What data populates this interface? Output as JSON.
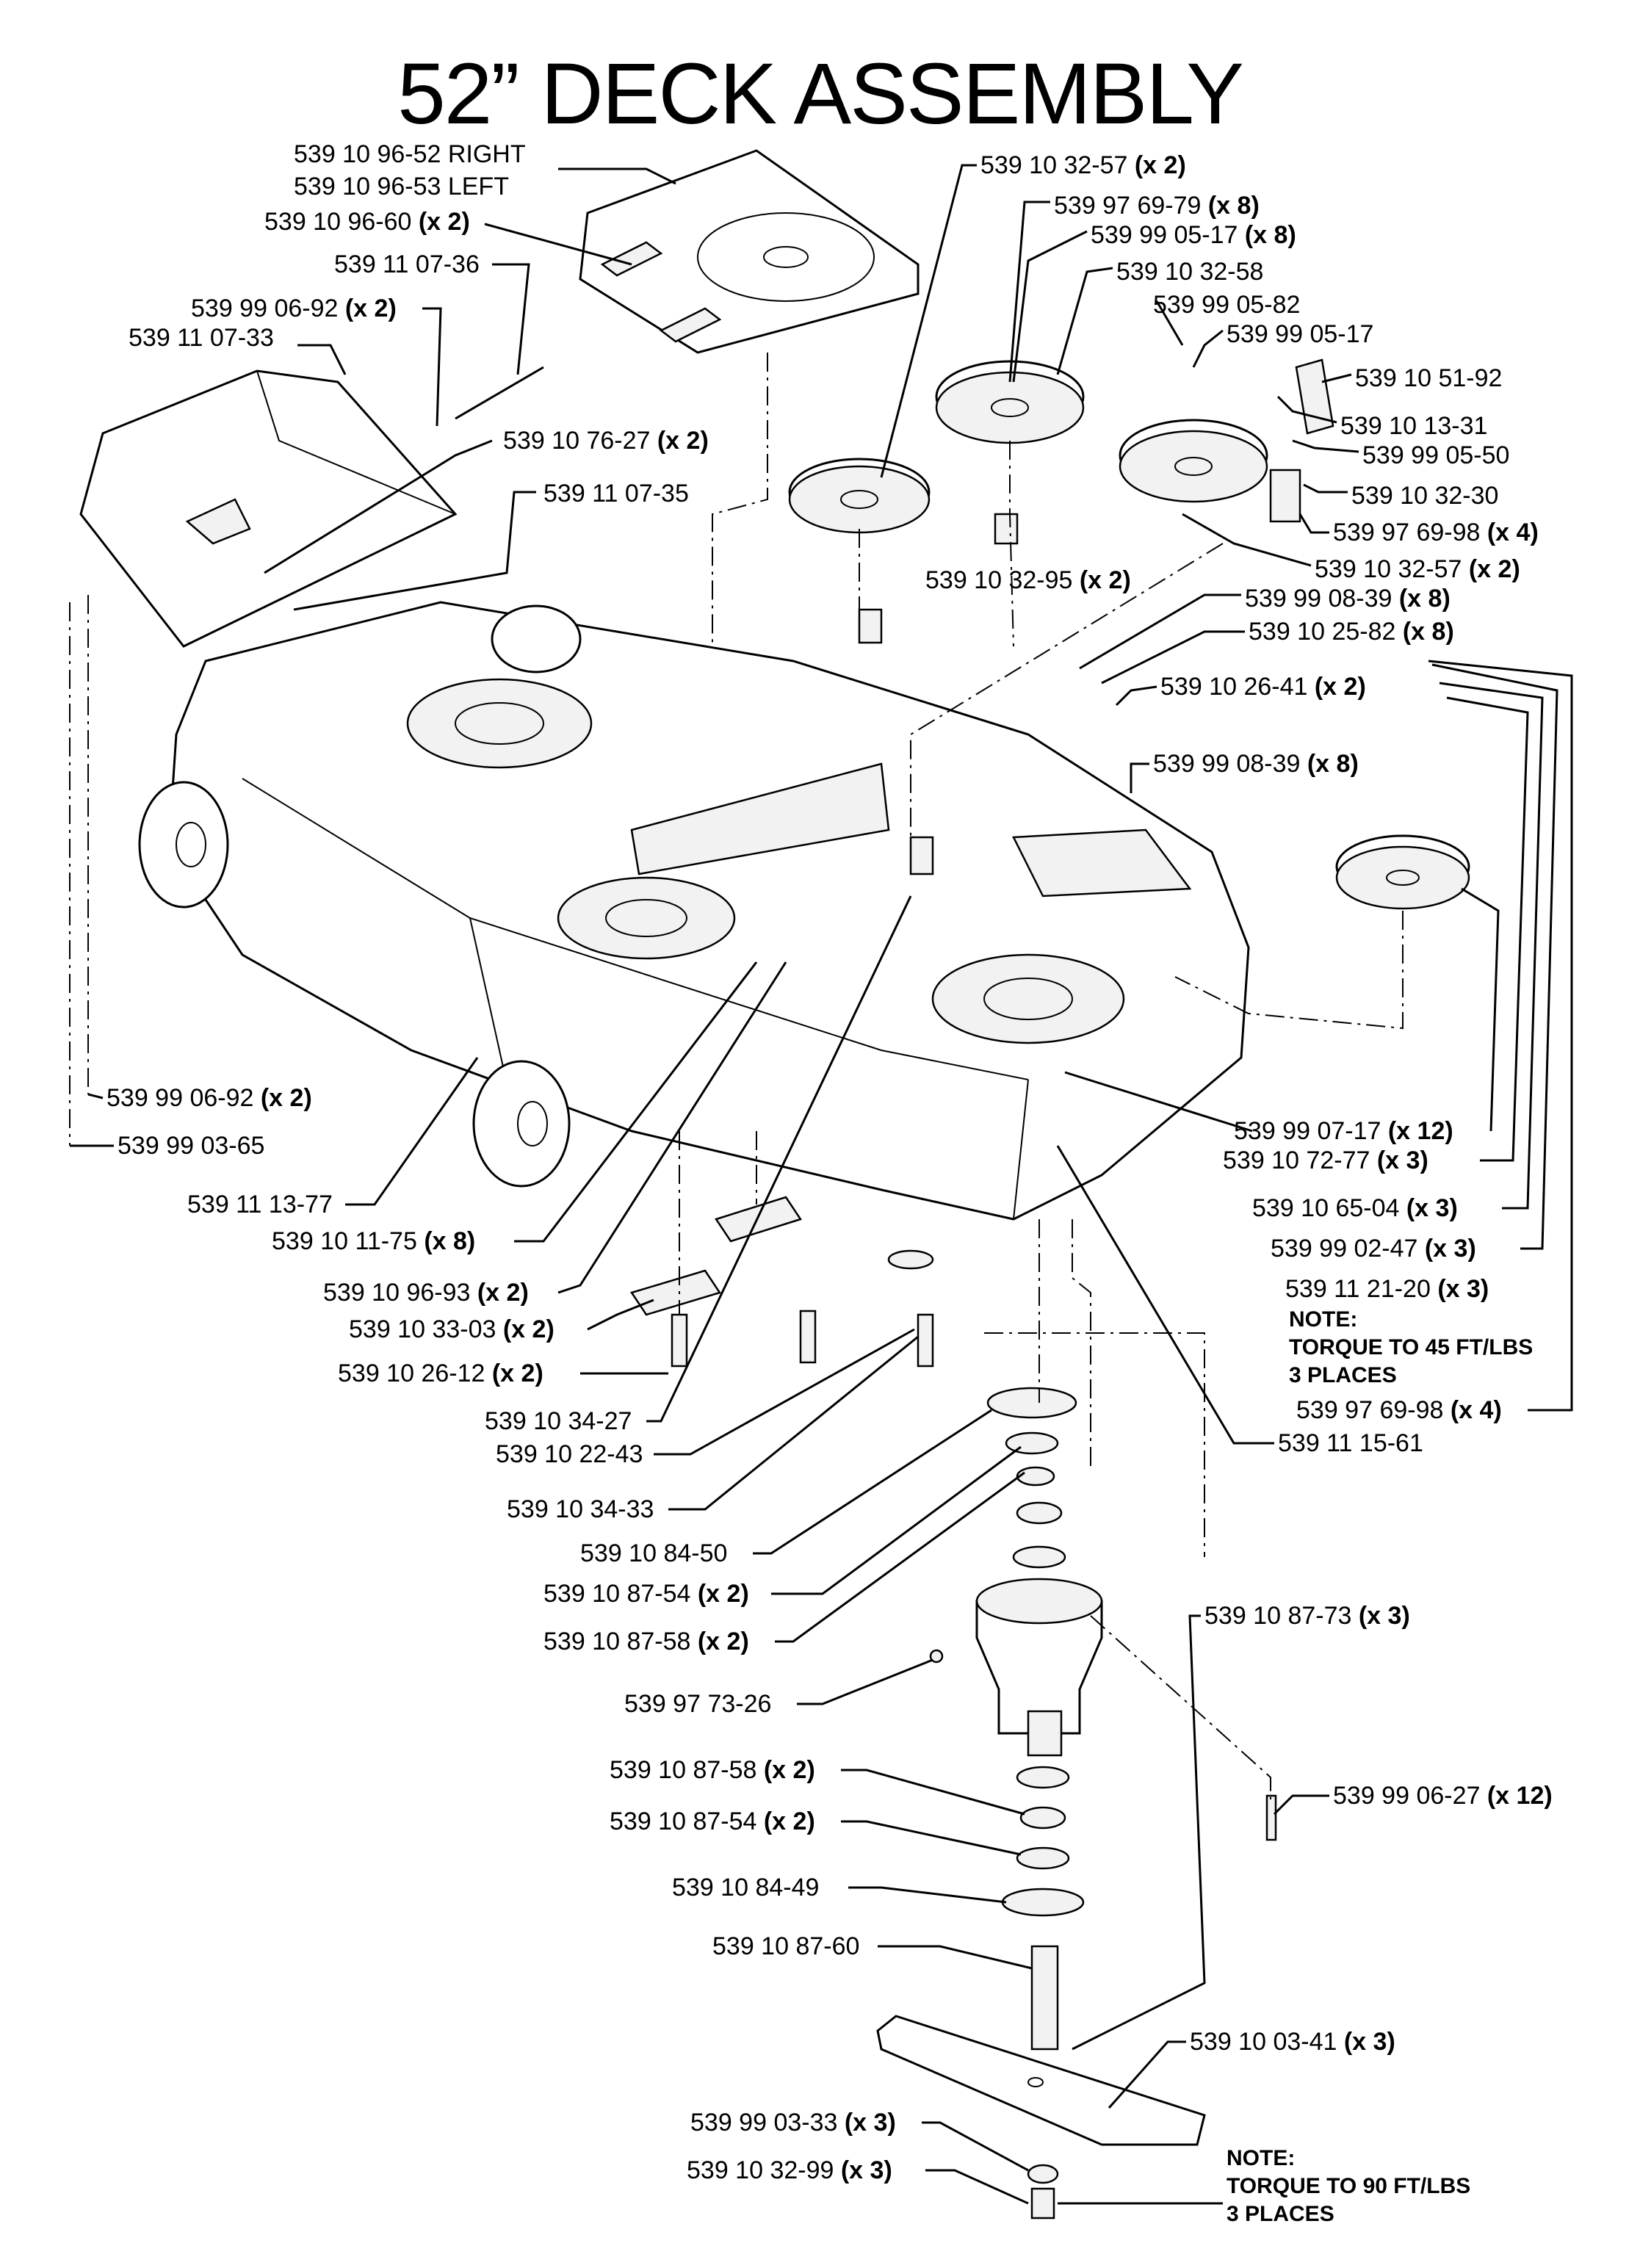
{
  "title": "52” DECK ASSEMBLY",
  "qty_x2": "(x 2)",
  "labels": {
    "l01": {
      "num": "539 10 96-52 RIGHT",
      "qty": ""
    },
    "l02": {
      "num": "539 10 96-53 LEFT",
      "qty": ""
    },
    "l03": {
      "num": "539 10 96-60",
      "qty": "(x 2)"
    },
    "l04": {
      "num": "539 11 07-36",
      "qty": ""
    },
    "l05": {
      "num": "539 99 06-92",
      "qty": "(x 2)"
    },
    "l06": {
      "num": "539 11 07-33",
      "qty": ""
    },
    "l07": {
      "num": "539 10 76-27",
      "qty": "(x 2)"
    },
    "l08": {
      "num": "539 11 07-35",
      "qty": ""
    },
    "l09": {
      "num": "539 10 32-57",
      "qty": "(x 2)"
    },
    "l10": {
      "num": "539 97 69-79",
      "qty": "(x 8)"
    },
    "l11": {
      "num": "539 99 05-17",
      "qty": "(x 8)"
    },
    "l12": {
      "num": "539 10 32-58",
      "qty": ""
    },
    "l13": {
      "num": "539 99 05-82",
      "qty": ""
    },
    "l14": {
      "num": "539 99 05-17",
      "qty": ""
    },
    "l15": {
      "num": "539 10 51-92",
      "qty": ""
    },
    "l16": {
      "num": "539 10 13-31",
      "qty": ""
    },
    "l17": {
      "num": "539 99 05-50",
      "qty": ""
    },
    "l18": {
      "num": "539 10 32-30",
      "qty": ""
    },
    "l19": {
      "num": "539 97 69-98",
      "qty": "(x 4)"
    },
    "l20": {
      "num": "539 10 32-57",
      "qty": "(x 2)"
    },
    "l21": {
      "num": "539 10 32-95",
      "qty": "(x 2)"
    },
    "l22": {
      "num": "539 99 08-39",
      "qty": "(x 8)"
    },
    "l23": {
      "num": "539 10 25-82",
      "qty": "(x 8)"
    },
    "l24": {
      "num": "539 10 26-41",
      "qty": "(x 2)"
    },
    "l25": {
      "num": "539 99 08-39",
      "qty": "(x 8)"
    },
    "l26": {
      "num": "539 99 06-92",
      "qty": "(x 2)"
    },
    "l27": {
      "num": "539 99 03-65",
      "qty": ""
    },
    "l28": {
      "num": "539 11 13-77",
      "qty": ""
    },
    "l29": {
      "num": "539 10 11-75",
      "qty": "(x 8)"
    },
    "l30": {
      "num": "539 10 96-93",
      "qty": "(x 2)"
    },
    "l31": {
      "num": "539 10 33-03",
      "qty": "(x 2)"
    },
    "l32": {
      "num": "539 10 26-12",
      "qty": "(x 2)"
    },
    "l33": {
      "num": "539 10 34-27",
      "qty": ""
    },
    "l34": {
      "num": "539 10 22-43",
      "qty": ""
    },
    "l35": {
      "num": "539 10 34-33",
      "qty": ""
    },
    "l36": {
      "num": "539 10 84-50",
      "qty": ""
    },
    "l37": {
      "num": "539 10 87-54",
      "qty": "(x 2)"
    },
    "l38": {
      "num": "539 10 87-58",
      "qty": "(x 2)"
    },
    "l39": {
      "num": "539 97 73-26",
      "qty": ""
    },
    "l40": {
      "num": "539 10 87-58",
      "qty": "(x 2)"
    },
    "l41": {
      "num": "539 10 87-54",
      "qty": "(x 2)"
    },
    "l42": {
      "num": "539 10 84-49",
      "qty": ""
    },
    "l43": {
      "num": "539 10 87-60",
      "qty": ""
    },
    "l44": {
      "num": "539 99 03-33",
      "qty": "(x 3)"
    },
    "l45": {
      "num": "539 10 32-99",
      "qty": "(x 3)"
    },
    "l46": {
      "num": "539 99 07-17",
      "qty": "(x 12)"
    },
    "l47": {
      "num": "539 10 72-77",
      "qty": "(x 3)"
    },
    "l48": {
      "num": "539 10 65-04",
      "qty": "(x 3)"
    },
    "l49": {
      "num": "539 99 02-47",
      "qty": "(x 3)"
    },
    "l50": {
      "num": "539 11 21-20",
      "qty": "(x 3)"
    },
    "l51": {
      "num": "539 97 69-98",
      "qty": "(x 4)"
    },
    "l52": {
      "num": "539 11 15-61",
      "qty": ""
    },
    "l53": {
      "num": "539 10 87-73",
      "qty": "(x 3)"
    },
    "l54": {
      "num": "539 99 06-27",
      "qty": "(x 12)"
    },
    "l55": {
      "num": "539 10 03-41",
      "qty": "(x 3)"
    }
  },
  "notes": {
    "n1": {
      "line1": "NOTE:",
      "line2": "TORQUE TO 45 FT/LBS",
      "line3": "3 PLACES"
    },
    "n2": {
      "line1": "NOTE:",
      "line2": "TORQUE TO 90 FT/LBS",
      "line3": "3 PLACES"
    }
  }
}
